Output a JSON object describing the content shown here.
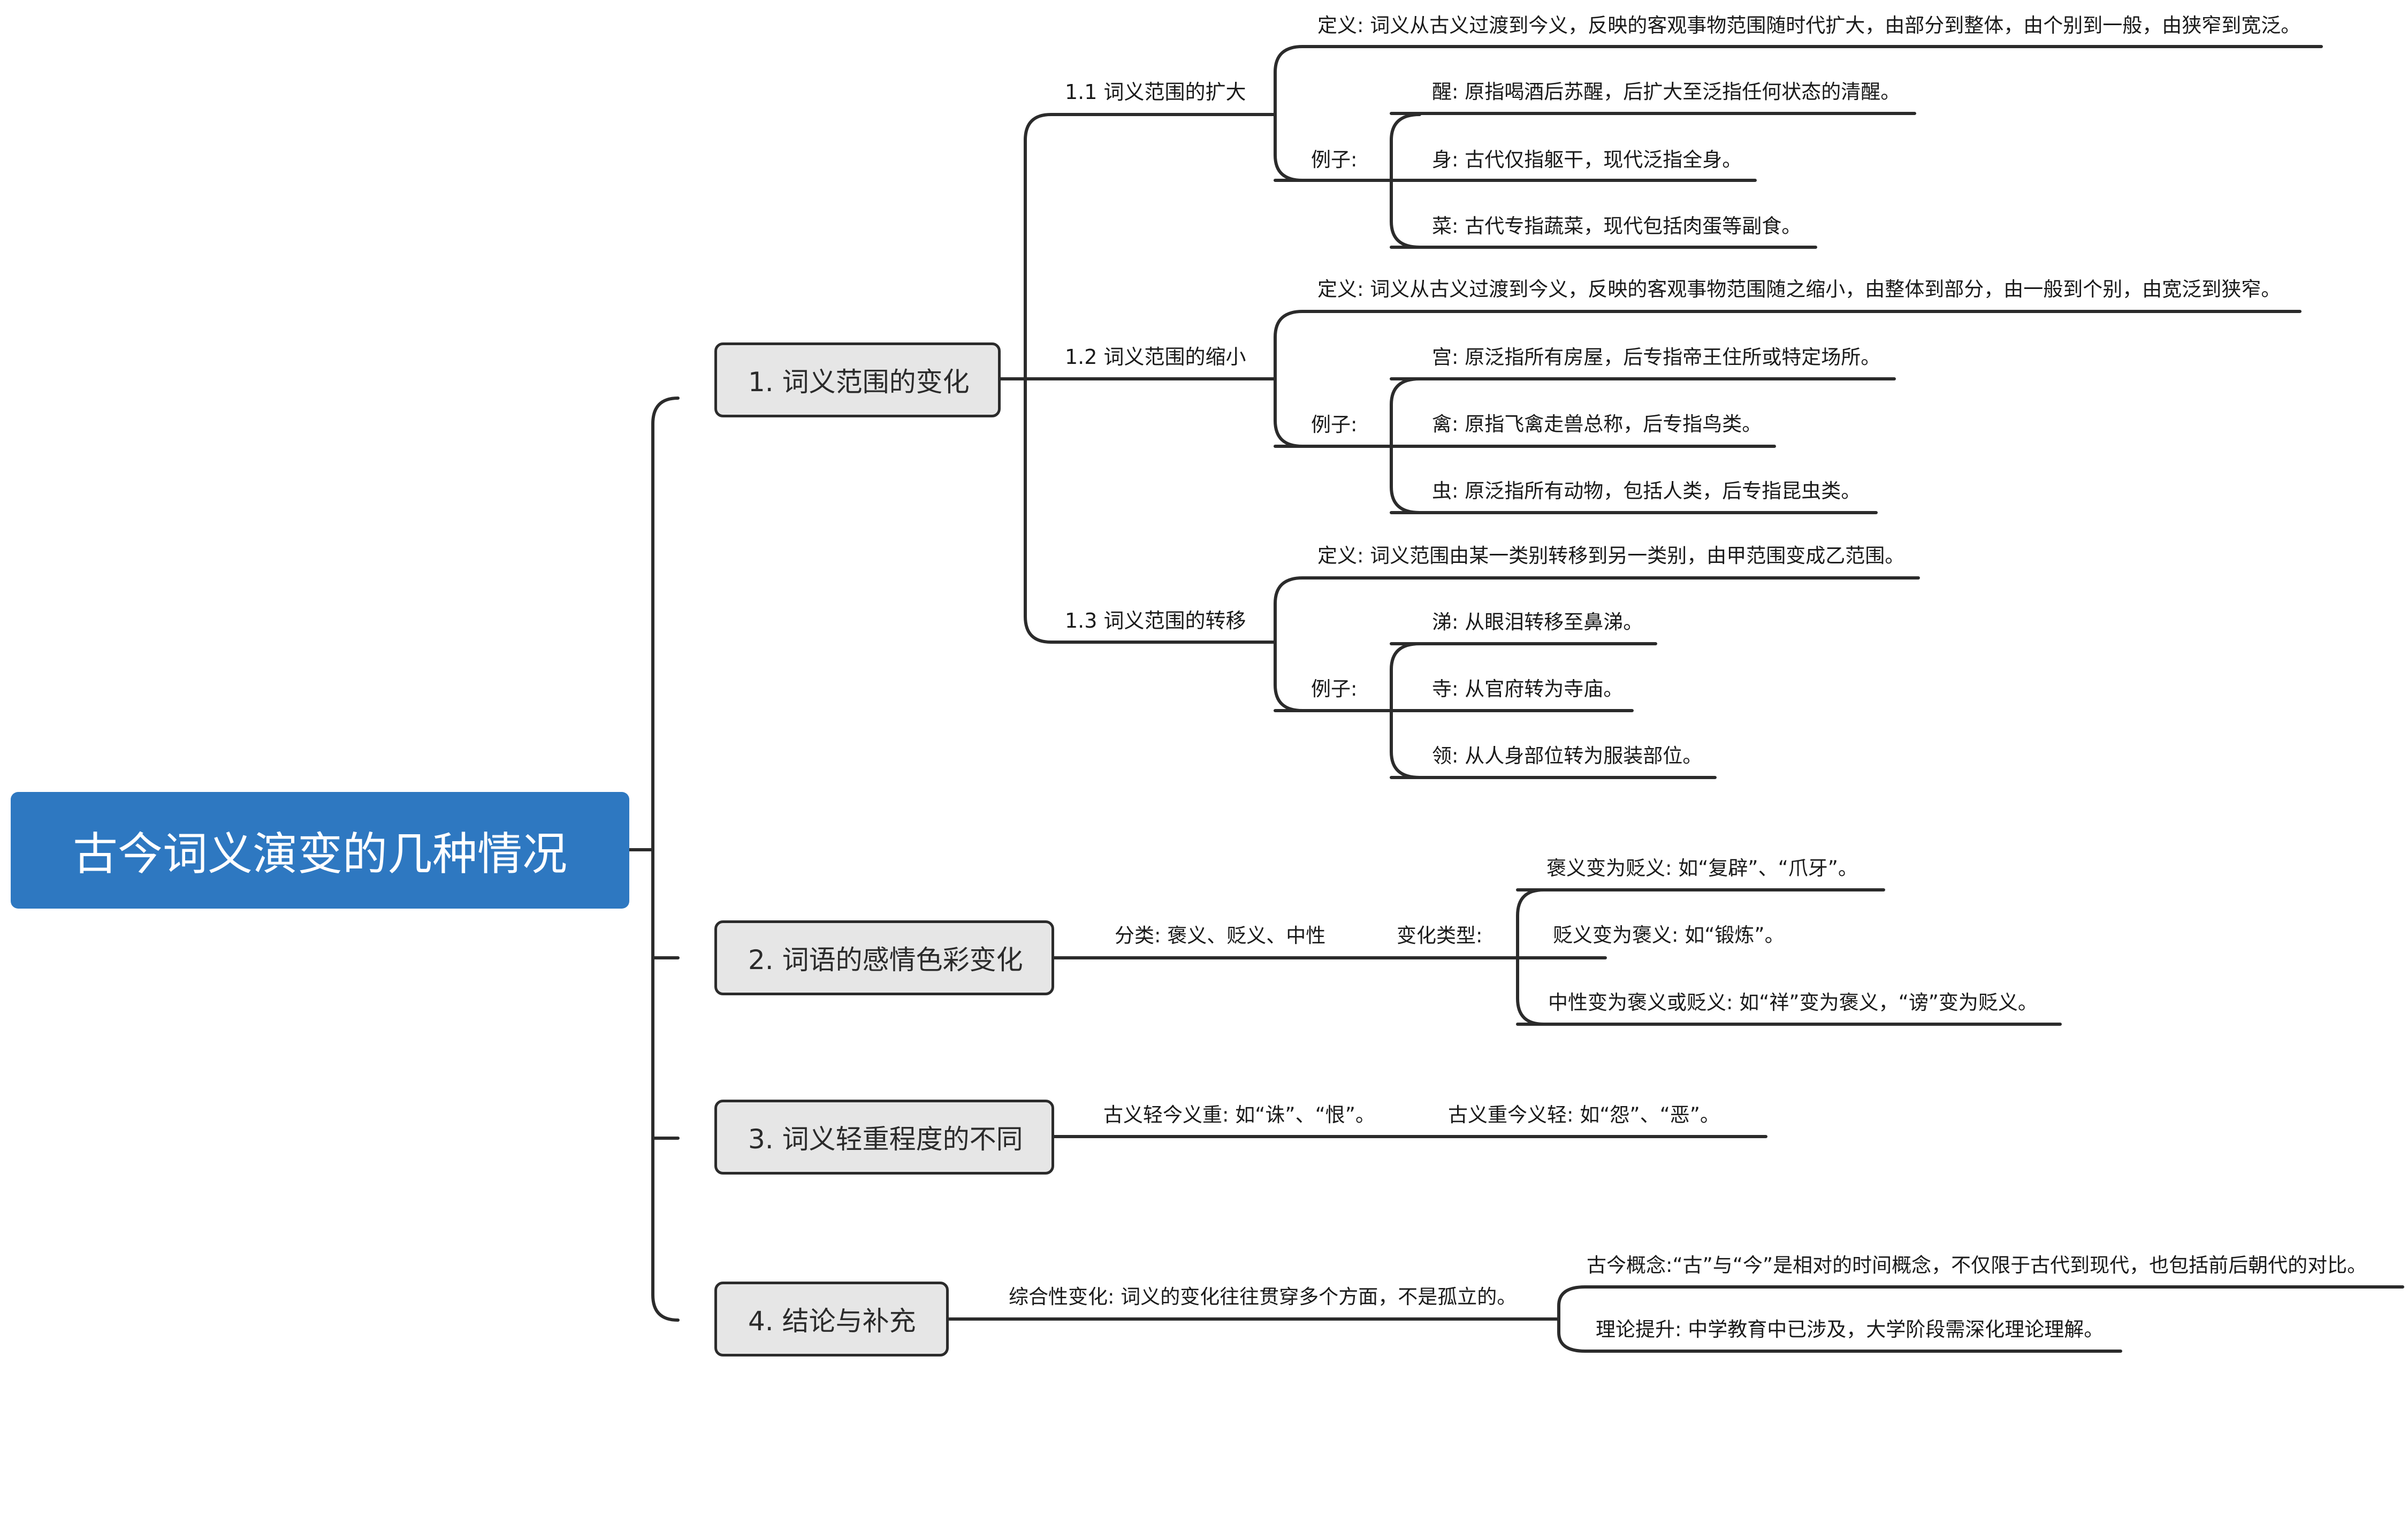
{
  "root": {
    "title": "古今词义演变的几种情况"
  },
  "branches": [
    {
      "label": "1. 词义范围的变化",
      "children": [
        {
          "label": "1.1 词义范围的扩大",
          "definition": "定义: 词义从古义过渡到今义，反映的客观事物范围随时代扩大，由部分到整体，由个别到一般，由狭窄到宽泛。",
          "examples_label": "例子:",
          "examples": [
            "醒: 原指喝酒后苏醒，后扩大至泛指任何状态的清醒。",
            "身: 古代仅指躯干，现代泛指全身。",
            "菜: 古代专指蔬菜，现代包括肉蛋等副食。"
          ]
        },
        {
          "label": "1.2 词义范围的缩小",
          "definition": "定义: 词义从古义过渡到今义，反映的客观事物范围随之缩小，由整体到部分，由一般到个别，由宽泛到狭窄。",
          "examples_label": "例子:",
          "examples": [
            "宫: 原泛指所有房屋，后专指帝王住所或特定场所。",
            "禽: 原指飞禽走兽总称，后专指鸟类。",
            "虫: 原泛指所有动物，包括人类，后专指昆虫类。"
          ]
        },
        {
          "label": "1.3 词义范围的转移",
          "definition": "定义: 词义范围由某一类别转移到另一类别，由甲范围变成乙范围。",
          "examples_label": "例子:",
          "examples": [
            "涕: 从眼泪转移至鼻涕。",
            "寺: 从官府转为寺庙。",
            "领: 从人身部位转为服装部位。"
          ]
        }
      ]
    },
    {
      "label": "2. 词语的感情色彩变化",
      "classification": "分类: 褒义、贬义、中性",
      "change_types_label": "变化类型:",
      "change_types": [
        "褒义变为贬义: 如“复辟”、“爪牙”。",
        "贬义变为褒义: 如“锻炼”。",
        "中性变为褒义或贬义: 如“祥”变为褒义，“谤”变为贬义。"
      ]
    },
    {
      "label": "3. 词义轻重程度的不同",
      "items": [
        "古义轻今义重: 如“诛”、“恨”。",
        "古义重今义轻: 如“怨”、“恶”。"
      ]
    },
    {
      "label": "4. 结论与补充",
      "summary": "综合性变化: 词义的变化往往贯穿多个方面，不是孤立的。",
      "items": [
        "古今概念:“古”与“今”是相对的时间概念，不仅限于古代到现代，也包括前后朝代的对比。",
        "理论提升: 中学教育中已涉及，大学阶段需深化理论理解。"
      ]
    }
  ],
  "colors": {
    "root_fill": "#2e78c1",
    "topic_fill": "#e6e6e6",
    "line": "#2b2b2b"
  }
}
